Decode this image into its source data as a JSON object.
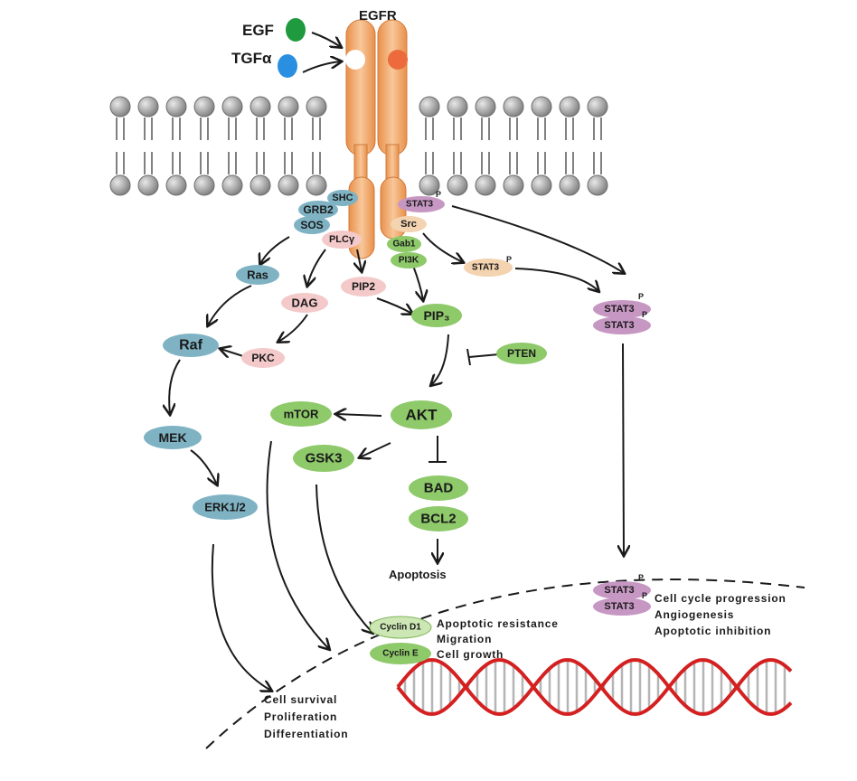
{
  "ligands": {
    "egf": "EGF",
    "tgfa": "TGFα"
  },
  "receptor": {
    "label": "EGFR"
  },
  "adaptors": {
    "shc": "SHC",
    "grb2": "GRB2",
    "sos": "SOS",
    "plcy": "PLCγ",
    "stat3_receptor": "STAT3",
    "src": "Src",
    "gab1": "Gab1",
    "pi3k": "PI3K",
    "stat3_cytosol": "STAT3"
  },
  "phospho": "P",
  "ras_pathway": {
    "ras": "Ras",
    "raf": "Raf",
    "mek": "MEK",
    "erk": "ERK1/2"
  },
  "plc_pathway": {
    "dag": "DAG",
    "pkc": "PKC",
    "pip2": "PIP2"
  },
  "pi3k_pathway": {
    "pip3": "PIP₃",
    "pten": "PTEN",
    "akt": "AKT",
    "mtor": "mTOR",
    "gsk3": "GSK3",
    "bad": "BAD",
    "bcl2": "BCL2"
  },
  "stat_pathway": {
    "dimer_top": "STAT3",
    "dimer_bottom": "STAT3"
  },
  "nucleus": {
    "cyclin_d1": "Cyclin D1",
    "cyclin_e": "Cyclin E"
  },
  "outcomes": {
    "apoptosis": "Apoptosis",
    "cyclin_effects": [
      "Apoptotic resistance",
      "Migration",
      "Cell growth"
    ],
    "stat_effects": [
      "Cell cycle progression",
      "Angiogenesis",
      "Apoptotic inhibition"
    ],
    "erk_effects": [
      "Cell survival",
      "Proliferation",
      "Differentiation"
    ]
  },
  "colors": {
    "teal": "#7fb3c4",
    "pink": "#f4c9c9",
    "green": "#8ec96a",
    "purple": "#c797c4",
    "orange": "#f0b273",
    "lipid_head": "#9a9a9a",
    "dna": "#d42020"
  }
}
